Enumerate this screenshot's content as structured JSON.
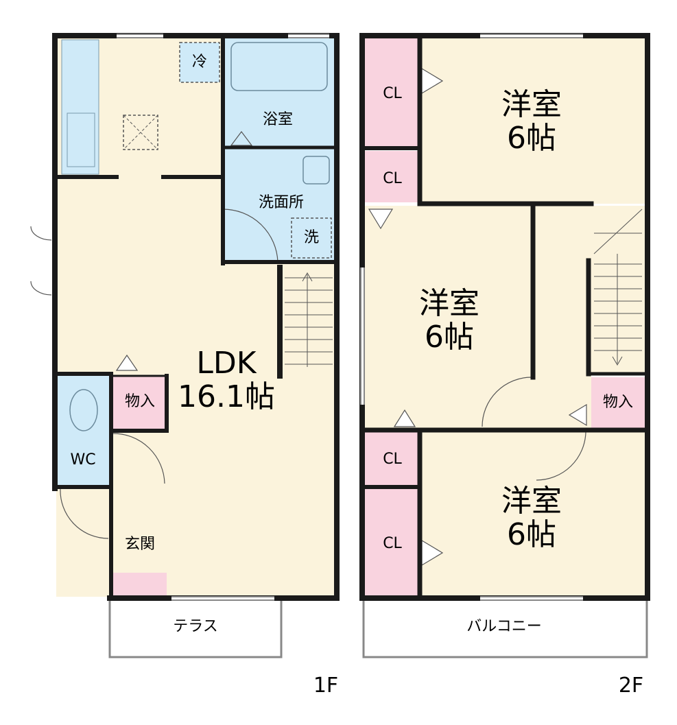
{
  "floor_1": {
    "floor_label": "1F",
    "rooms": {
      "ldk": "LDK\n16.1帖",
      "bath": "浴室",
      "washroom": "洗面所",
      "washer": "洗",
      "fridge": "冷",
      "storage": "物入",
      "wc": "WC",
      "entrance": "玄関",
      "terrace": "テラス"
    }
  },
  "floor_2": {
    "floor_label": "2F",
    "rooms": {
      "western_top": "洋室\n6帖",
      "western_mid": "洋室\n6帖",
      "western_bottom": "洋室\n6帖",
      "closet_1": "CL",
      "closet_2": "CL",
      "closet_3": "CL",
      "closet_4": "CL",
      "storage": "物入",
      "balcony": "バルコニー"
    }
  },
  "colors": {
    "floor": "#fbf3dc",
    "wet_area": "#cfeaf8",
    "closet": "#f9d3df",
    "wall": "#1a1a1a"
  }
}
